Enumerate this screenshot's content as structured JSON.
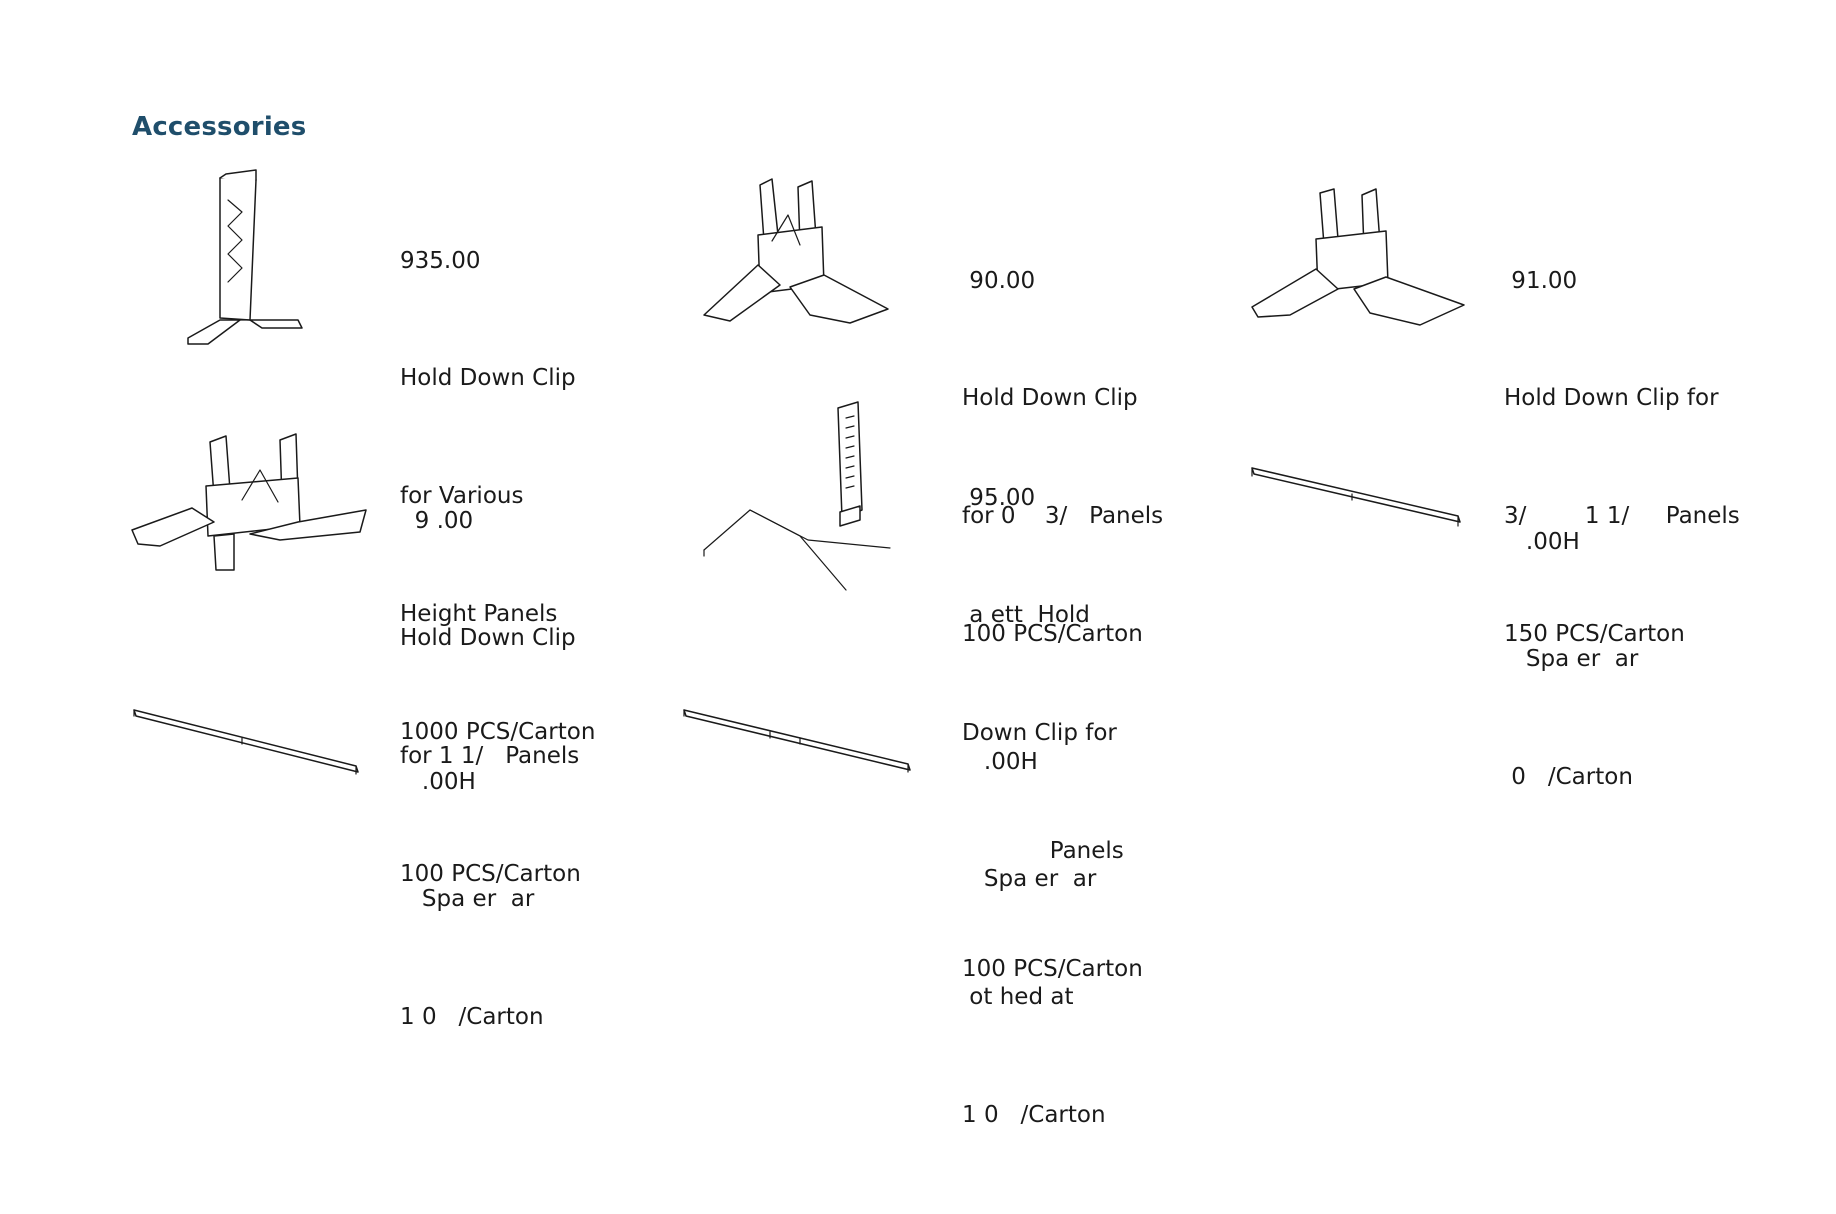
{
  "section_title": "Accessories",
  "items": [
    {
      "icon": "tall-hold-down-clip-icon",
      "lines": [
        "935.00",
        "Hold Down Clip",
        "for Various",
        "Height Panels",
        "1000 PCS/Carton"
      ]
    },
    {
      "icon": "hold-down-clip-icon",
      "lines": [
        " 90.00",
        "Hold Down Clip",
        "for 0    3/   Panels",
        "100 PCS/Carton"
      ]
    },
    {
      "icon": "hold-down-clip-wide-icon",
      "lines": [
        " 91.00",
        "Hold Down Clip for",
        "3/        1 1/     Panels",
        "150 PCS/Carton"
      ]
    },
    {
      "icon": "hold-down-clip-large-icon",
      "lines": [
        "  9 .00",
        "Hold Down Clip",
        "for 1 1/   Panels",
        "100 PCS/Carton"
      ]
    },
    {
      "icon": "wire-hold-down-clip-icon",
      "lines": [
        " 95.00",
        " a ett  Hold",
        "Down Clip for",
        "            Panels",
        "100 PCS/Carton"
      ]
    },
    {
      "icon": "spacer-bar-icon",
      "lines": [
        "   .00H",
        "   Spa er  ar",
        " 0   /Carton"
      ]
    },
    {
      "icon": "spacer-bar-long-icon",
      "lines": [
        "   .00H",
        "   Spa er  ar",
        "1 0   /Carton"
      ]
    },
    {
      "icon": "notched-spacer-bar-icon",
      "lines": [
        "   .00H",
        "   Spa er  ar",
        " ot hed at",
        "1 0   /Carton"
      ]
    }
  ]
}
